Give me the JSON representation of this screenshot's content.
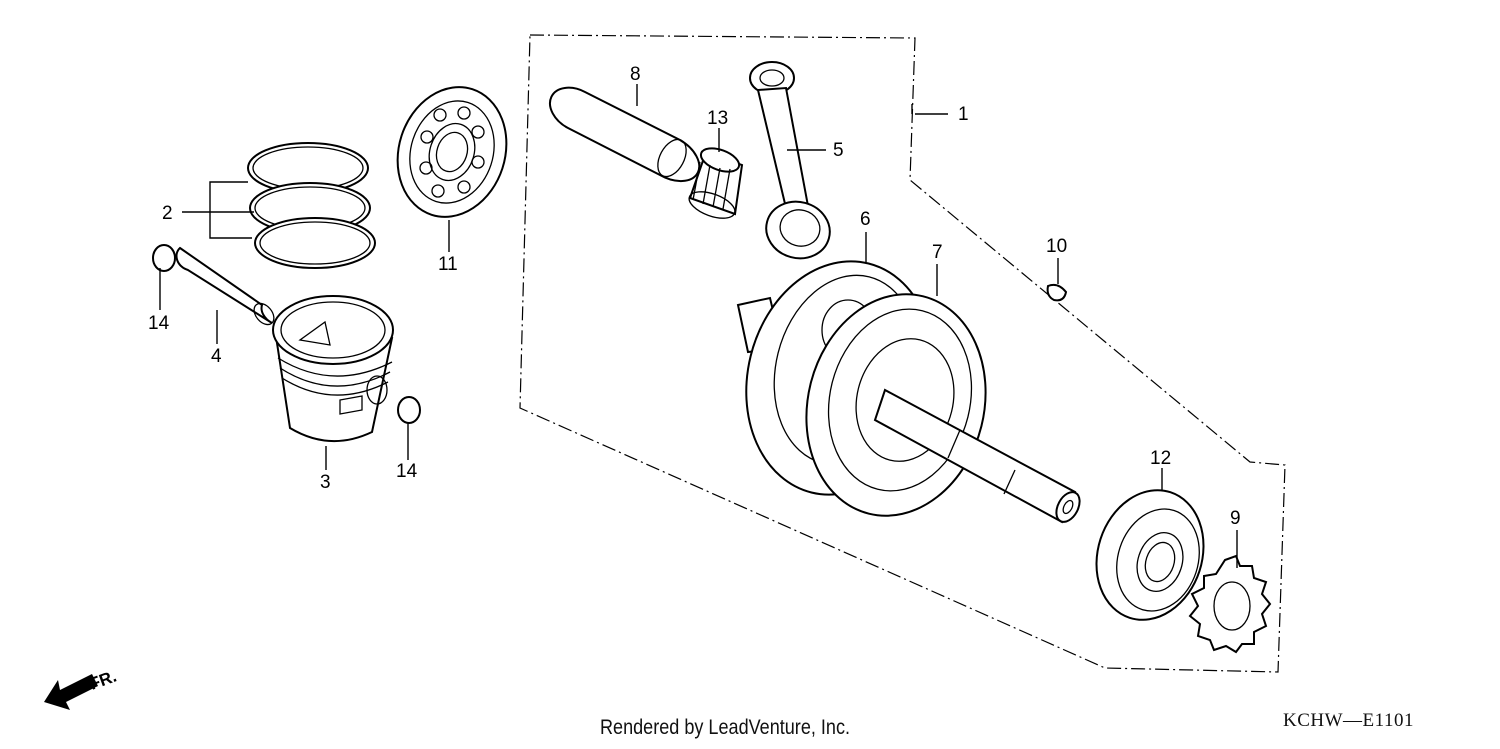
{
  "callouts": {
    "c1": "1",
    "c2": "2",
    "c3": "3",
    "c4": "4",
    "c5": "5",
    "c6": "6",
    "c7": "7",
    "c8": "8",
    "c9": "9",
    "c10": "10",
    "c11": "11",
    "c12": "12",
    "c13": "13",
    "c14a": "14",
    "c14b": "14"
  },
  "arrow_label": "FR.",
  "credit": "Rendered by LeadVenture, Inc.",
  "diagram_code": "KCHW—E1101"
}
